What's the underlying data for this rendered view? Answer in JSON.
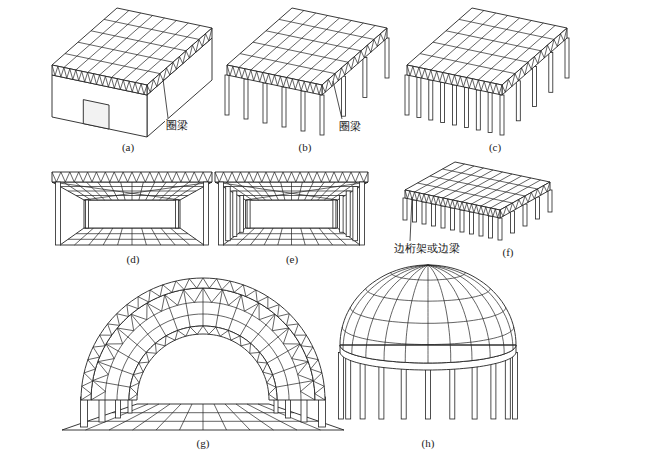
{
  "diagram": {
    "labels": [
      "圈梁",
      "(a)",
      "圈梁",
      "(b)",
      "(c)",
      "(d)",
      "(e)",
      "边桁架或边梁",
      "(f)",
      "(g)",
      "(h)"
    ]
  }
}
